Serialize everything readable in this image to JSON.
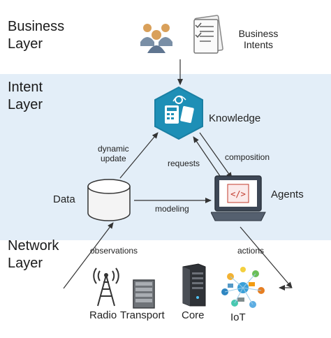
{
  "layers": {
    "business": "Business\nLayer",
    "intent": "Intent\nLayer",
    "network": "Network\nLayer"
  },
  "nodes": {
    "business_intents": "Business\nIntents",
    "knowledge": "Knowledge",
    "data": "Data",
    "agents": "Agents"
  },
  "edges": {
    "dynamic_update": "dynamic\nupdate",
    "requests": "requests",
    "composition": "composition",
    "modeling": "modeling",
    "observations": "observations",
    "actions": "actions"
  },
  "infrastructure": {
    "radio": "Radio",
    "transport": "Transport",
    "core": "Core",
    "iot": "IoT"
  },
  "colors": {
    "intent_band": "#e3eef8",
    "network_band": "#e3eef8",
    "knowledge_hex": "#1e8fb6",
    "arrow": "#333333"
  }
}
